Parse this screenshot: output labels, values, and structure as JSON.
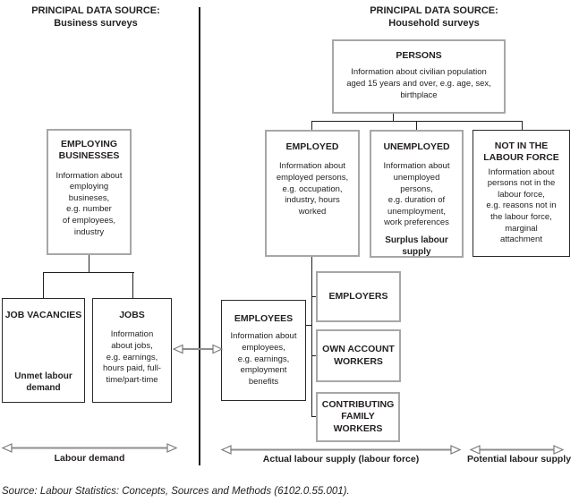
{
  "headers": {
    "left": {
      "text": "PRINCIPAL DATA SOURCE:\nBusiness surveys"
    },
    "right": {
      "text": "PRINCIPAL DATA SOURCE:\nHousehold surveys"
    }
  },
  "boxes": {
    "persons": {
      "title": "PERSONS",
      "body": "Information about civilian population\naged 15 years and over, e.g. age, sex,\nbirthplace"
    },
    "employing_businesses": {
      "title": "EMPLOYING\nBUSINESSES",
      "body": "Information about\nemploying\nbusineses,\ne.g. number\nof employees,\nindustry"
    },
    "employed": {
      "title": "EMPLOYED",
      "body": "Information about\nemployed persons,\ne.g. occupation,\nindustry, hours\nworked"
    },
    "unemployed": {
      "title": "UNEMPLOYED",
      "body": "Information about\nunemployed\npersons,\ne.g. duration of\nunemployment,\nwork preferences",
      "footer": "Surplus labour\nsupply"
    },
    "not_in_labour_force": {
      "title": "NOT IN THE\nLABOUR FORCE",
      "body": "Information about\npersons not in the\nlabour force,\ne.g. reasons not in\nthe labour force,\nmarginal\nattachment"
    },
    "job_vacancies": {
      "title": "JOB VACANCIES",
      "footer": "Unmet labour\ndemand"
    },
    "jobs": {
      "title": "JOBS",
      "body": "Information\nabout jobs,\ne.g. earnings,\nhours paid, full-\ntime/part-time"
    },
    "employees": {
      "title": "EMPLOYEES",
      "body": "Information about\nemployees,\ne.g. earnings,\nemployment\nbenefits"
    },
    "employers": {
      "title": "EMPLOYERS"
    },
    "own_account_workers": {
      "title": "OWN ACCOUNT\nWORKERS"
    },
    "contributing_family_workers": {
      "title": "CONTRIBUTING\nFAMILY\nWORKERS"
    }
  },
  "arrows": {
    "labour_demand": {
      "label": "Labour demand"
    },
    "actual_labour_supply": {
      "label": "Actual labour supply (labour force)"
    },
    "potential_labour_supply": {
      "label": "Potential labour supply"
    },
    "jobs_employees_link": {
      "label": ""
    }
  },
  "source_line": "Source: Labour Statistics: Concepts, Sources and Methods (6102.0.55.001).",
  "colors": {
    "background": "#ffffff",
    "text": "#231f20",
    "box_border_gray": "#a8a6a7",
    "box_border_black": "#2b2929",
    "arrow_gray": "#8f8d8e",
    "divider_black": "#1d1a1b"
  }
}
